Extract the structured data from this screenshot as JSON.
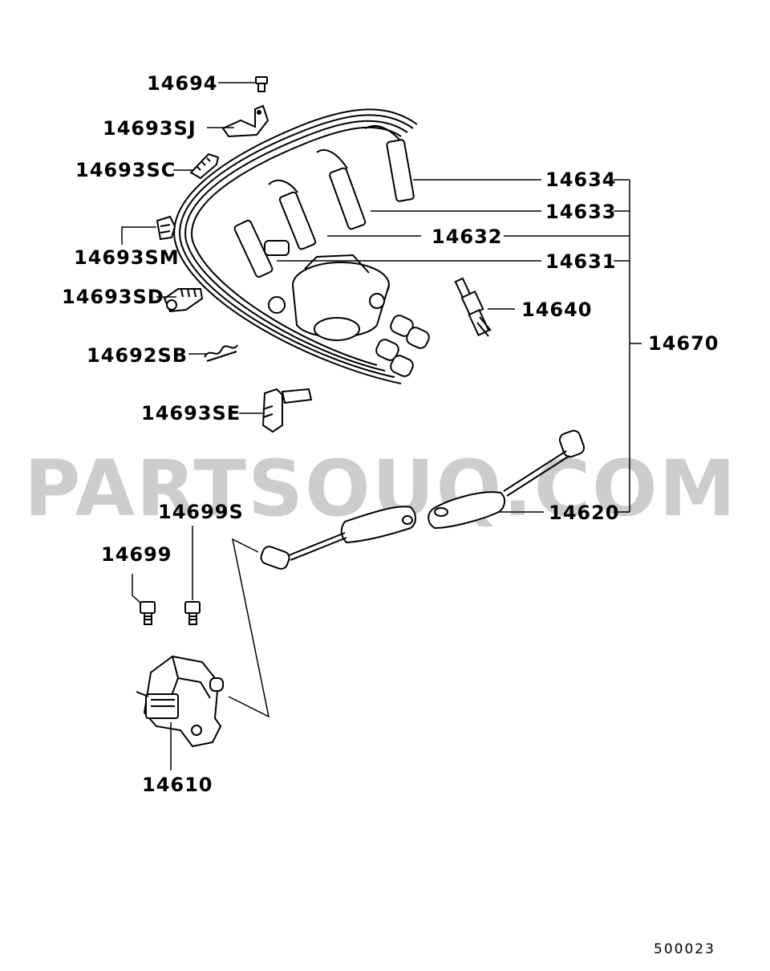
{
  "labels": {
    "p14694": "14694",
    "p14693SJ": "14693SJ",
    "p14693SC": "14693SC",
    "p14693SM": "14693SM",
    "p14693SD": "14693SD",
    "p14692SB": "14692SB",
    "p14693SE": "14693SE",
    "p14634": "14634",
    "p14633": "14633",
    "p14632": "14632",
    "p14631": "14631",
    "p14640": "14640",
    "p14670": "14670",
    "p14620": "14620",
    "p14699S": "14699S",
    "p14699": "14699",
    "p14610": "14610"
  },
  "watermark": "PARTSOUQ.COM",
  "reference_number": "500023",
  "icons": [
    "bolt-icon",
    "clamp-icon",
    "spark-plug-icon",
    "distributor-icon",
    "ignition-coil-icon",
    "spark-plug-cable-icon",
    "coil-cable-icon"
  ]
}
